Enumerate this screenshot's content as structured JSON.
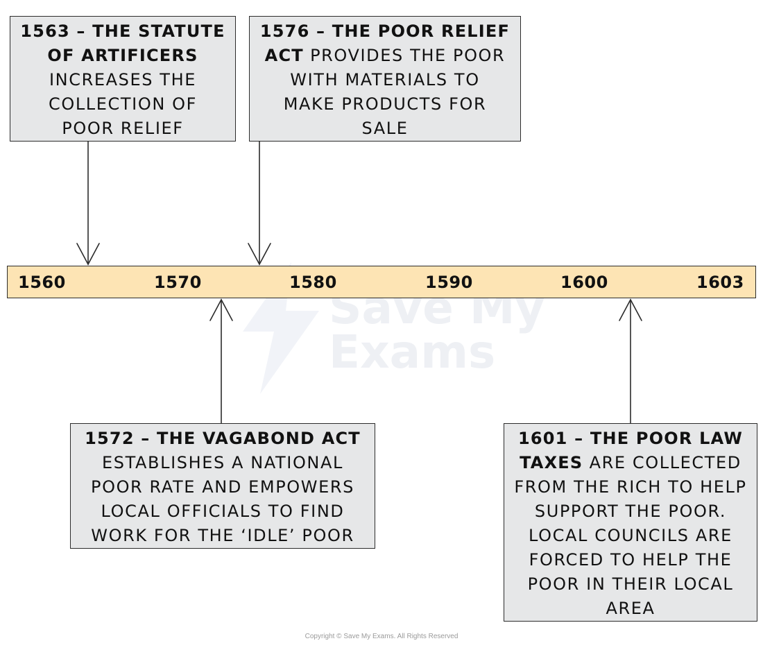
{
  "watermark": {
    "line1": "Save My",
    "line2": "Exams"
  },
  "events": {
    "e1563": {
      "lines": [
        {
          "bold": "1563 – THE STATUTE",
          "normal": ""
        },
        {
          "bold": "OF ARTIFICERS",
          "normal": ""
        },
        {
          "bold": "",
          "normal": "INCREASES THE"
        },
        {
          "bold": "",
          "normal": "COLLECTION OF"
        },
        {
          "bold": "",
          "normal": "POOR RELIEF"
        }
      ]
    },
    "e1576": {
      "lines": [
        {
          "bold": "1576 – THE POOR RELIEF",
          "normal": ""
        },
        {
          "bold": "ACT",
          "normal": " PROVIDES THE POOR"
        },
        {
          "bold": "",
          "normal": "WITH MATERIALS TO"
        },
        {
          "bold": "",
          "normal": "MAKE PRODUCTS FOR"
        },
        {
          "bold": "",
          "normal": "SALE"
        }
      ]
    },
    "e1572": {
      "lines": [
        {
          "bold": "1572 – THE VAGABOND ACT",
          "normal": ""
        },
        {
          "bold": "",
          "normal": "ESTABLISHES A NATIONAL"
        },
        {
          "bold": "",
          "normal": "POOR RATE AND EMPOWERS"
        },
        {
          "bold": "",
          "normal": "LOCAL OFFICIALS TO FIND"
        },
        {
          "bold": "",
          "normal": "WORK FOR THE ‘IDLE’ POOR"
        }
      ]
    },
    "e1601": {
      "lines": [
        {
          "bold": "1601 – THE POOR LAW",
          "normal": ""
        },
        {
          "bold": "TAXES",
          "normal": " ARE COLLECTED"
        },
        {
          "bold": "",
          "normal": "FROM THE RICH TO HELP"
        },
        {
          "bold": "",
          "normal": "SUPPORT THE POOR."
        },
        {
          "bold": "",
          "normal": "LOCAL COUNCILS ARE"
        },
        {
          "bold": "",
          "normal": "FORCED TO HELP THE"
        },
        {
          "bold": "",
          "normal": "POOR IN THEIR LOCAL"
        },
        {
          "bold": "",
          "normal": "AREA"
        }
      ]
    }
  },
  "timeline": {
    "years": [
      "1560",
      "1570",
      "1580",
      "1590",
      "1600",
      "1603"
    ]
  },
  "footer": {
    "copyright": "Copyright © Save My Exams. All Rights Reserved"
  },
  "colors": {
    "bar_fill": "#fde4b4",
    "box_fill": "#e6e7e8",
    "line": "#2b2b2b"
  }
}
